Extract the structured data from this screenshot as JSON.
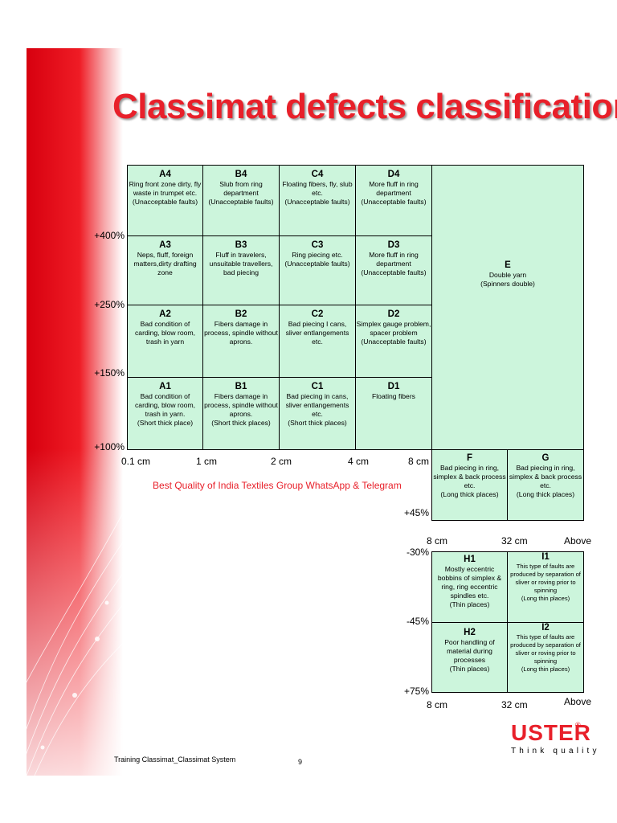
{
  "title": "Classimat defects classification",
  "cells": [
    {
      "id": "A4",
      "code": "A4",
      "desc": "Ring front zone dirty, fly waste in trumpet etc.\n(Unacceptable faults)"
    },
    {
      "id": "B4",
      "code": "B4",
      "desc": "Slub from ring department\n(Unacceptable faults)"
    },
    {
      "id": "C4",
      "code": "C4",
      "desc": "Floating fibers, fly, slub etc.\n(Unacceptable faults)"
    },
    {
      "id": "D4",
      "code": "D4",
      "desc": "More fluff in ring department\n(Unacceptable faults)"
    },
    {
      "id": "A3",
      "code": "A3",
      "desc": "Neps, fluff, foreign matters,dirty drafting zone"
    },
    {
      "id": "B3",
      "code": "B3",
      "desc": "Fluff in travelers, unsuitable travellers, bad piecing"
    },
    {
      "id": "C3",
      "code": "C3",
      "desc": "Ring piecing etc.\n(Unacceptable faults)"
    },
    {
      "id": "D3",
      "code": "D3",
      "desc": "More fluff in ring department\n(Unacceptable faults)"
    },
    {
      "id": "A2",
      "code": "A2",
      "desc": "Bad condition of carding, blow room, trash in yarn"
    },
    {
      "id": "B2",
      "code": "B2",
      "desc": "Fibers damage in process, spindle without aprons."
    },
    {
      "id": "C2",
      "code": "C2",
      "desc": "Bad piecing I cans, sliver entlangements etc."
    },
    {
      "id": "D2",
      "code": "D2",
      "desc": "Simplex gauge problem, spacer problem\n(Unacceptable faults)"
    },
    {
      "id": "A1",
      "code": "A1",
      "desc": "Bad condition of carding, blow room, trash in yarn.\n(Short thick place)"
    },
    {
      "id": "B1",
      "code": "B1",
      "desc": "Fibers damage in process, spindle without aprons.\n(Short thick places)"
    },
    {
      "id": "C1",
      "code": "C1",
      "desc": "Bad piecing in cans, sliver entlangements etc.\n(Short thick places)"
    },
    {
      "id": "D1",
      "code": "D1",
      "desc": "Floating fibers"
    },
    {
      "id": "E",
      "code": "E",
      "desc": "Double yarn\n(Spinners double)"
    },
    {
      "id": "F",
      "code": "F",
      "desc": "Bad piecing in ring, simplex & back process etc.\n(Long thick places)"
    },
    {
      "id": "G",
      "code": "G",
      "desc": "Bad piecing in ring, simplex & back process etc.\n(Long thick places)"
    },
    {
      "id": "H1",
      "code": "H1",
      "desc": "Mostly eccentric bobbins of simplex & ring, ring eccentric spindles etc.\n(Thin places)"
    },
    {
      "id": "I1",
      "code": "I1",
      "desc": "This type of faults are produced by separation of sliver or roving prior to spinning\n(Long thin places)"
    },
    {
      "id": "H2",
      "code": "H2",
      "desc": "Poor handling of material during processes\n(Thin places)"
    },
    {
      "id": "I2",
      "code": "I2",
      "desc": "This type of faults are produced by separation of sliver or roving prior to spinning\n(Long thin places)"
    }
  ],
  "y_labels": [
    "+400%",
    "+250%",
    "+150%",
    "+100%",
    "+45%",
    "-30%",
    "-45%",
    "+75%"
  ],
  "x_labels": [
    "0.1 cm",
    "1 cm",
    "2 cm",
    "4 cm",
    "8 cm"
  ],
  "thin_x_labels_top": [
    "8 cm",
    "32 cm",
    "Above"
  ],
  "thin_x_labels_bottom": [
    "8 cm",
    "32 cm",
    "Above"
  ],
  "link_text": "Best Quality of India Textiles Group WhatsApp & Telegram",
  "footer": "Training Classimat_Classimat System",
  "page_number": "9",
  "logo": {
    "word": "USTER",
    "reg": "®",
    "tagline": "Think quality"
  },
  "colors": {
    "title": "#e8202a",
    "cell_fill": "#ccf5dc",
    "brand": "#e8202a"
  }
}
